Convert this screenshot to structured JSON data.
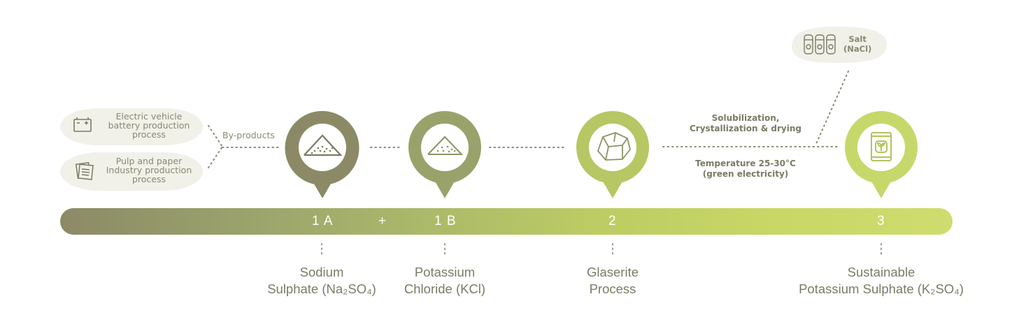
{
  "sources": [
    {
      "label": "Electric vehicle\nbattery production\nprocess",
      "icon": "battery-icon"
    },
    {
      "label": "Pulp and paper\nIndustry production\nprocess",
      "icon": "paper-stack-icon"
    }
  ],
  "byproducts_label": "By-products",
  "salt": {
    "label": "Salt\n(NaCl)",
    "icon": "salt-bags-icon"
  },
  "process_upper": "Solubilization,\nCrystallization & drying",
  "process_lower": "Temperature 25-30°C\n(green electricity)",
  "timeline": {
    "step_1a": "1 A",
    "plus": "+",
    "step_1b": "1 B",
    "step_2": "2",
    "step_3": "3"
  },
  "stages": [
    {
      "label": "Sodium\nSulphate (Na₂SO₄)",
      "icon": "powder-pile-icon",
      "color": "#8c8a66"
    },
    {
      "label": "Potassium\nChloride (KCl)",
      "icon": "powder-pile-icon",
      "color": "#9aa26c"
    },
    {
      "label": "Glaserite\nProcess",
      "icon": "crystal-rock-icon",
      "color": "#b7c764"
    },
    {
      "label": "Sustainable\nPotassium Sulphate (K₂SO₄)",
      "icon": "fertilizer-bag-icon",
      "color": "#c7d86b"
    }
  ]
}
